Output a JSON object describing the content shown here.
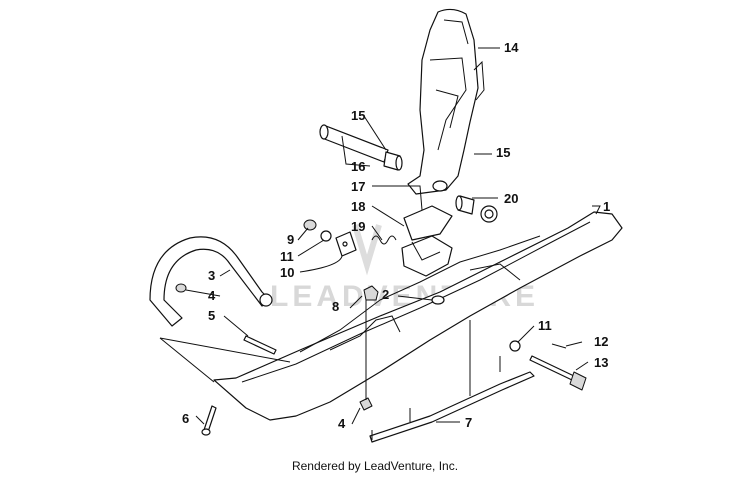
{
  "diagram": {
    "callouts": [
      {
        "id": "c1",
        "text": "1"
      },
      {
        "id": "c2",
        "text": "2"
      },
      {
        "id": "c3",
        "text": "3"
      },
      {
        "id": "c4a",
        "text": "4"
      },
      {
        "id": "c4b",
        "text": "4"
      },
      {
        "id": "c5",
        "text": "5"
      },
      {
        "id": "c6",
        "text": "6"
      },
      {
        "id": "c7",
        "text": "7"
      },
      {
        "id": "c8",
        "text": "8"
      },
      {
        "id": "c9",
        "text": "9"
      },
      {
        "id": "c10",
        "text": "10"
      },
      {
        "id": "c11a",
        "text": "11"
      },
      {
        "id": "c11b",
        "text": "11"
      },
      {
        "id": "c12",
        "text": "12"
      },
      {
        "id": "c13",
        "text": "13"
      },
      {
        "id": "c14",
        "text": "14"
      },
      {
        "id": "c15a",
        "text": "15"
      },
      {
        "id": "c15b",
        "text": "15"
      },
      {
        "id": "c16",
        "text": "16"
      },
      {
        "id": "c17",
        "text": "17"
      },
      {
        "id": "c18",
        "text": "18"
      },
      {
        "id": "c19",
        "text": "19"
      },
      {
        "id": "c20",
        "text": "20"
      }
    ],
    "watermark": "LEADVENTURE",
    "footer": "Rendered by LeadVenture, Inc."
  }
}
